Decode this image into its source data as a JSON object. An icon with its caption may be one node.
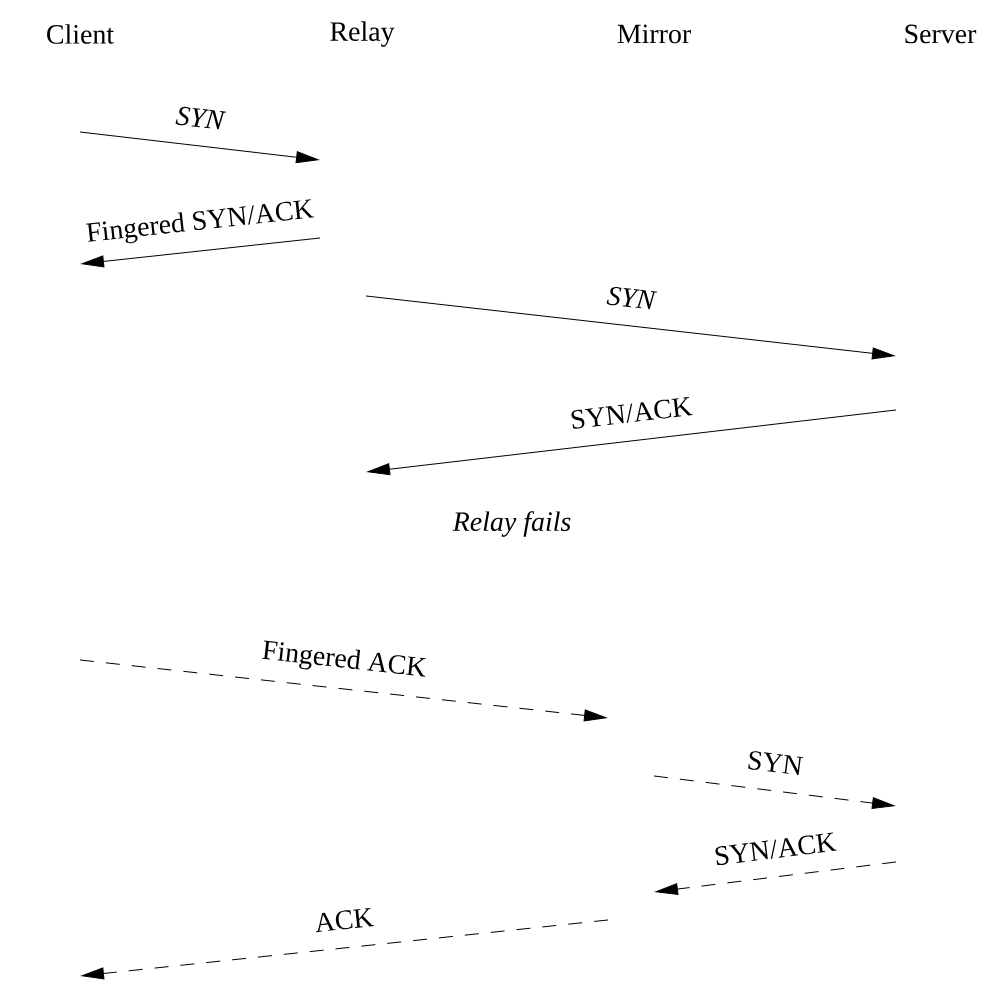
{
  "diagram": {
    "labels": [
      "Client",
      "Relay",
      "Mirror",
      "Server",
      "SYN",
      "Fingered SYN/ACK",
      "SYN",
      "SYN/ACK",
      "Relay fails",
      "Fingered ACK",
      "SYN",
      "SYN/ACK",
      "ACK"
    ]
  }
}
